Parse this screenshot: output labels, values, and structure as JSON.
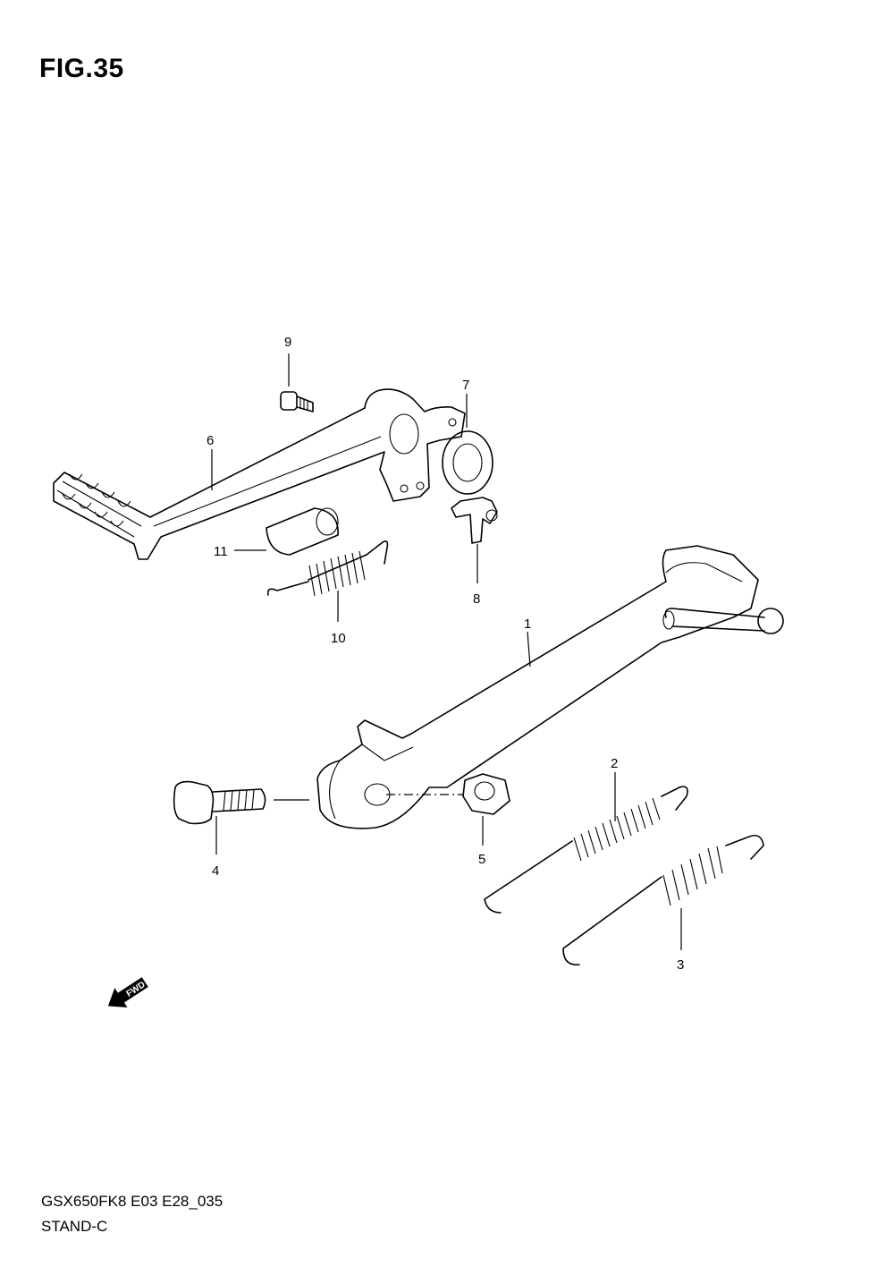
{
  "figure": {
    "title": "FIG.35",
    "model_code": "GSX650FK8 E03 E28_035",
    "section_name": "STAND-C",
    "fwd_label": "FWD"
  },
  "callouts": [
    "1",
    "2",
    "3",
    "4",
    "5",
    "6",
    "7",
    "8",
    "9",
    "10",
    "11"
  ]
}
